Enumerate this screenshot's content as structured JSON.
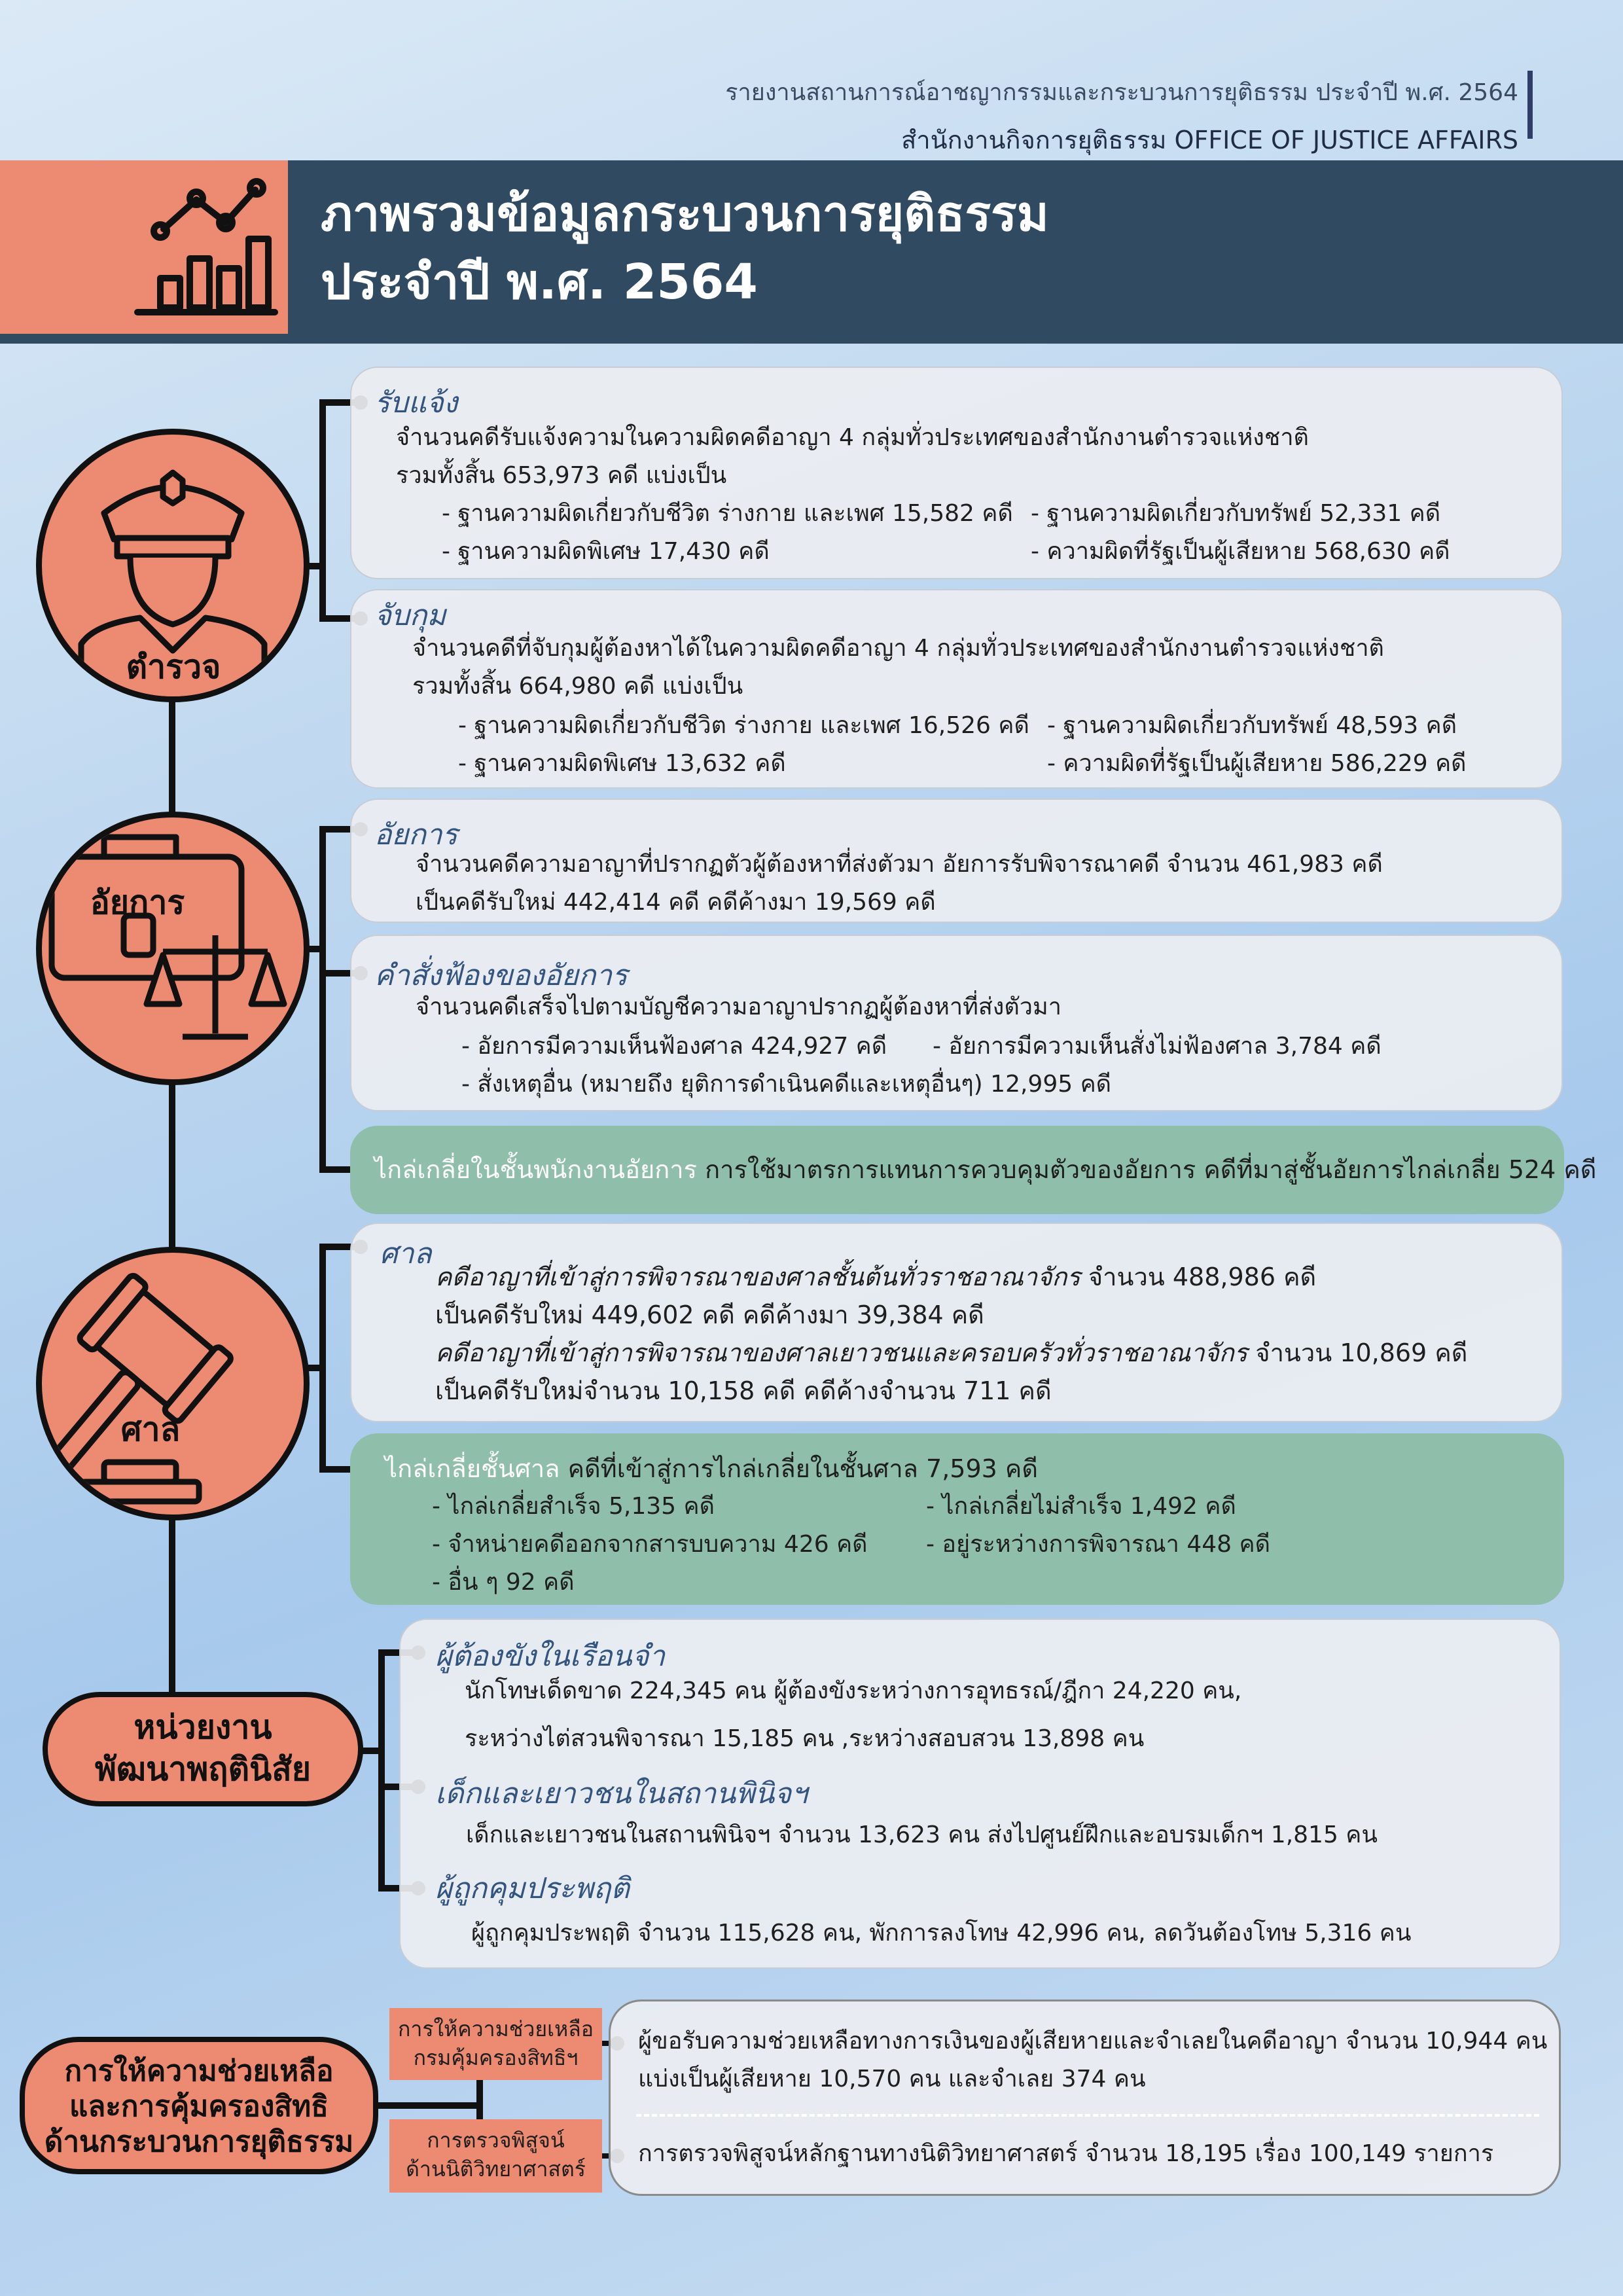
{
  "header": {
    "report_line": "รายงานสถานการณ์อาชญากรรมและกระบวนการยุติธรรม ประจำปี พ.ศ. 2564",
    "office_line": "สำนักงานกิจการยุติธรรม OFFICE OF JUSTICE AFFAIRS",
    "title_line1": "ภาพรวมข้อมูลกระบวนการยุติธรรม",
    "title_line2": "ประจำปี พ.ศ. 2564"
  },
  "agencies": {
    "police": "ตำรวจ",
    "prosecutor": "อัยการ",
    "court": "ศาล",
    "correction_l1": "หน่วยงาน",
    "correction_l2": "พัฒนาพฤตินิสัย",
    "rights_l1": "การให้ความช่วยเหลือ",
    "rights_l2": "และการคุ้มครองสิทธิ",
    "rights_l3": "ด้านกระบวนการยุติธรรม"
  },
  "report": {
    "title": "รับแจ้ง",
    "line1": "จำนวนคดีรับแจ้งความในความผิดคดีอาญา 4 กลุ่มทั่วประเทศของสำนักงานตำรวจแห่งชาติ",
    "line2": "รวมทั้งสิ้น 653,973 คดี แบ่งเป็น",
    "i1": "- ฐานความผิดเกี่ยวกับชีวิต ร่างกาย และเพศ 15,582 คดี",
    "i2": "- ฐานความผิดเกี่ยวกับทรัพย์ 52,331 คดี",
    "i3": "- ฐานความผิดพิเศษ 17,430 คดี",
    "i4": "- ความผิดที่รัฐเป็นผู้เสียหาย 568,630 คดี"
  },
  "arrest": {
    "title": "จับกุม",
    "line1": "จำนวนคดีที่จับกุมผู้ต้องหาได้ในความผิดคดีอาญา 4 กลุ่มทั่วประเทศของสำนักงานตำรวจแห่งชาติ",
    "line2": "รวมทั้งสิ้น 664,980 คดี แบ่งเป็น",
    "i1": "- ฐานความผิดเกี่ยวกับชีวิต ร่างกาย และเพศ 16,526 คดี",
    "i2": "- ฐานความผิดเกี่ยวกับทรัพย์ 48,593 คดี",
    "i3": "- ฐานความผิดพิเศษ 13,632 คดี",
    "i4": "- ความผิดที่รัฐเป็นผู้เสียหาย 586,229 คดี"
  },
  "prosecution": {
    "title": "อัยการ",
    "line1": "จำนวนคดีความอาญาที่ปรากฏตัวผู้ต้องหาที่ส่งตัวมา อัยการรับพิจารณาคดี จำนวน 461,983 คดี",
    "line2": "เป็นคดีรับใหม่ 442,414 คดี คดีค้างมา 19,569 คดี"
  },
  "indictment": {
    "title": "คำสั่งฟ้องของอัยการ",
    "line1": "จำนวนคดีเสร็จไปตามบัญชีความอาญาปรากฏผู้ต้องหาที่ส่งตัวมา",
    "i1": "- อัยการมีความเห็นฟ้องศาล 424,927 คดี",
    "i2": "- อัยการมีความเห็นสั่งไม่ฟ้องศาล 3,784 คดี",
    "i3": "- สั่งเหตุอื่น (หมายถึง ยุติการดำเนินคดีและเหตุอื่นๆ) 12,995 คดี"
  },
  "prosecutor_mediation": {
    "title": "ไกล่เกลี่ยในชั้นพนักงานอัยการ",
    "text": "การใช้มาตรการแทนการควบคุมตัวของอัยการ คดีที่มาสู่ชั้นอัยการไกล่เกลี่ย 524 คดี"
  },
  "court": {
    "title": "ศาล",
    "line1": "คดีอาญาที่เข้าสู่การพิจารณาของศาลชั้นต้นทั่วราชอาณาจักร",
    "line1b": " จำนวน 488,986 คดี",
    "line2": "เป็นคดีรับใหม่ 449,602 คดี คดีค้างมา 39,384 คดี",
    "line3": "คดีอาญาที่เข้าสู่การพิจารณาของศาลเยาวชนและครอบครัวทั่วราชอาณาจักร",
    "line3b": " จำนวน 10,869 คดี",
    "line4": "เป็นคดีรับใหม่จำนวน 10,158 คดี คดีค้างจำนวน 711 คดี"
  },
  "court_mediation": {
    "title": "ไกล่เกลี่ยชั้นศาล",
    "text": "คดีที่เข้าสู่การไกล่เกลี่ยในชั้นศาล 7,593 คดี",
    "i1": "- ไกล่เกลี่ยสำเร็จ 5,135 คดี",
    "i2": "- ไกล่เกลี่ยไม่สำเร็จ 1,492 คดี",
    "i3": "- จำหน่ายคดีออกจากสารบบความ 426 คดี",
    "i4": "- อยู่ระหว่างการพิจารณา 448 คดี",
    "i5": "- อื่น ๆ 92 คดี"
  },
  "prison": {
    "title": "ผู้ต้องขังในเรือนจำ",
    "line1": "นักโทษเด็ดขาด 224,345 คน ผู้ต้องขังระหว่างการอุทธรณ์/ฎีกา 24,220 คน,",
    "line2": "ระหว่างไต่สวนพิจารณา 15,185 คน ,ระหว่างสอบสวน 13,898 คน"
  },
  "juvenile": {
    "title": "เด็กและเยาวชนในสถานพินิจฯ",
    "line1": "เด็กและเยาวชนในสถานพินิจฯ จำนวน 13,623 คน ส่งไปศูนย์ฝึกและอบรมเด็กฯ 1,815 คน"
  },
  "probation": {
    "title": "ผู้ถูกคุมประพฤติ",
    "line1": "ผู้ถูกคุมประพฤติ จำนวน 115,628 คน, พักการลงโทษ 42,996 คน, ลดวันต้องโทษ 5,316 คน"
  },
  "rights": {
    "tag1_l1": "การให้ความช่วยเหลือ",
    "tag1_l2": "กรมคุ้มครองสิทธิฯ",
    "tag2_l1": "การตรวจพิสูจน์",
    "tag2_l2": "ด้านนิติวิทยาศาสตร์",
    "line1": "ผู้ขอรับความช่วยเหลือทางการเงินของผู้เสียหายและจำเลยในคดีอาญา จำนวน 10,944 คน",
    "line2": "แบ่งเป็นผู้เสียหาย 10,570 คน และจำเลย 374 คน",
    "line3": "การตรวจพิสูจน์หลักฐานทางนิติวิทยาศาสตร์ จำนวน 18,195 เรื่อง 100,149 รายการ"
  },
  "icons": {
    "title": "bar-chart-trend-icon",
    "police": "police-officer-icon",
    "prosecutor": "briefcase-scales-icon",
    "court": "gavel-icon"
  },
  "colors": {
    "accent": "#ed8a72",
    "title_band": "#2f4a61",
    "green_panel": "#8fbfab",
    "panel_title": "#33547f"
  }
}
